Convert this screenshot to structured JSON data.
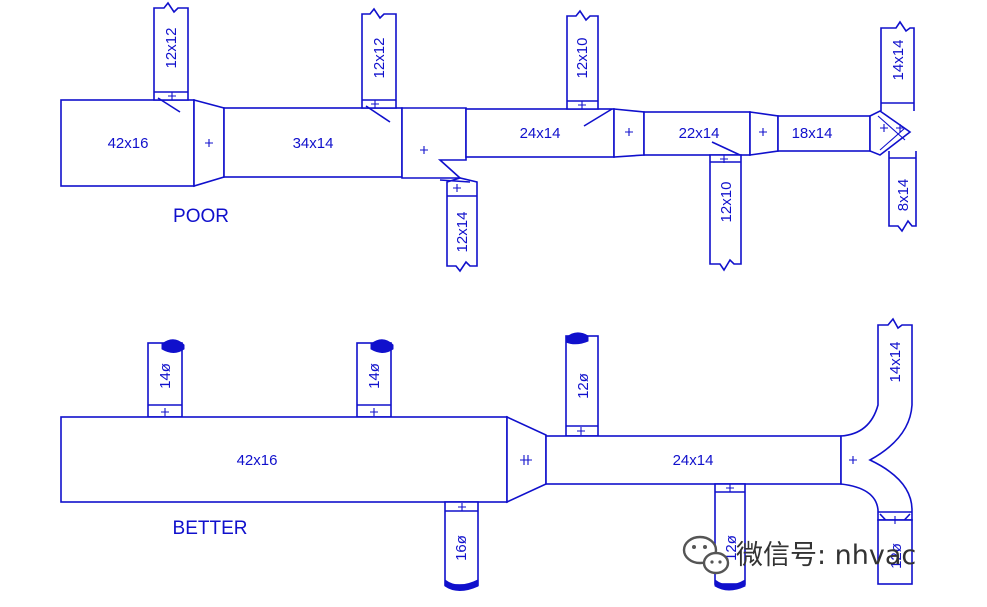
{
  "poor": {
    "caption": "POOR",
    "main": {
      "seg1": "42x16",
      "seg2": "34x14",
      "seg3": "24x14",
      "seg4": "22x14",
      "seg5": "18x14"
    },
    "branches": {
      "b1": "12x12",
      "b2": "12x12",
      "b3": "12x10",
      "b4": "12x14",
      "b5": "12x10",
      "b6": "14x14",
      "b7": "8x14"
    }
  },
  "better": {
    "caption": "BETTER",
    "main": {
      "seg1": "42x16",
      "seg2": "24x14"
    },
    "branches": {
      "b1": "14ø",
      "b2": "14ø",
      "b3": "12ø",
      "b4": "16ø",
      "b5": "12ø",
      "b6": "14x14",
      "b7": "12ø"
    }
  },
  "watermark": {
    "text": "微信号: nhvac"
  },
  "colors": {
    "line": "#1010cc",
    "watermark": "#333333"
  }
}
